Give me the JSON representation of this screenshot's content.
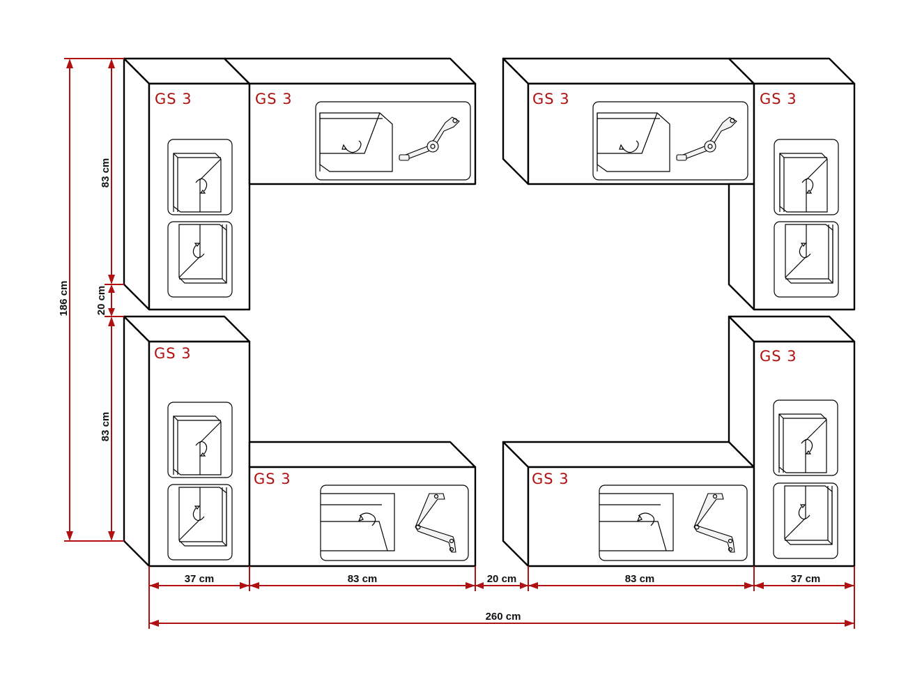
{
  "units": [
    {
      "id": "left-top-tall",
      "label": "GS 3"
    },
    {
      "id": "left-top-wide",
      "label": "GS 3"
    },
    {
      "id": "right-top-wide",
      "label": "GS 3"
    },
    {
      "id": "right-top-tall",
      "label": "GS 3"
    },
    {
      "id": "left-bottom-tall",
      "label": "GS 3"
    },
    {
      "id": "left-bottom-wide",
      "label": "GS 3"
    },
    {
      "id": "right-bottom-wide",
      "label": "GS 3"
    },
    {
      "id": "right-bottom-tall",
      "label": "GS 3"
    }
  ],
  "dimensions": {
    "total_height": "186 cm",
    "top_height": "83 cm",
    "gap_height": "20 cm",
    "bottom_height": "83 cm",
    "width_left": "37 cm",
    "width_left_wide": "83 cm",
    "width_gap": "20 cm",
    "width_right_wide": "83 cm",
    "width_right": "37 cm",
    "total_width": "260 cm"
  },
  "colors": {
    "dimension": "#b01010",
    "label": "#b01010",
    "outline": "#000000"
  }
}
